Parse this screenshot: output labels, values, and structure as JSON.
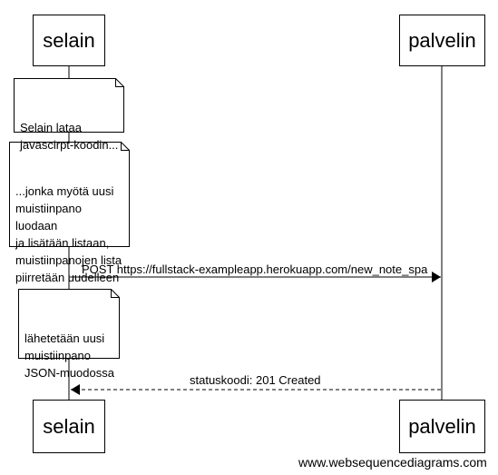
{
  "actors": {
    "left": {
      "name": "selain"
    },
    "right": {
      "name": "palvelin"
    }
  },
  "notes": [
    {
      "text": "Selain lataa\njavascirpt-koodin..."
    },
    {
      "text": "...jonka myötä uusi\nmuistiinpano luodaan\nja lisätään listaan,\nmuistiinpanojen lista\npiirretään uudelleen"
    },
    {
      "text": "lähetetään uusi\nmuistiinpano\nJSON-muodossa"
    }
  ],
  "messages": [
    {
      "label": "POST https://fullstack-exampleapp.herokuapp.com/new_note_spa",
      "from": "selain",
      "to": "palvelin",
      "style": "solid"
    },
    {
      "label": "statuskoodi: 201 Created",
      "from": "palvelin",
      "to": "selain",
      "style": "dashed"
    }
  ],
  "footer": {
    "text": "www.websequencediagrams.com"
  }
}
